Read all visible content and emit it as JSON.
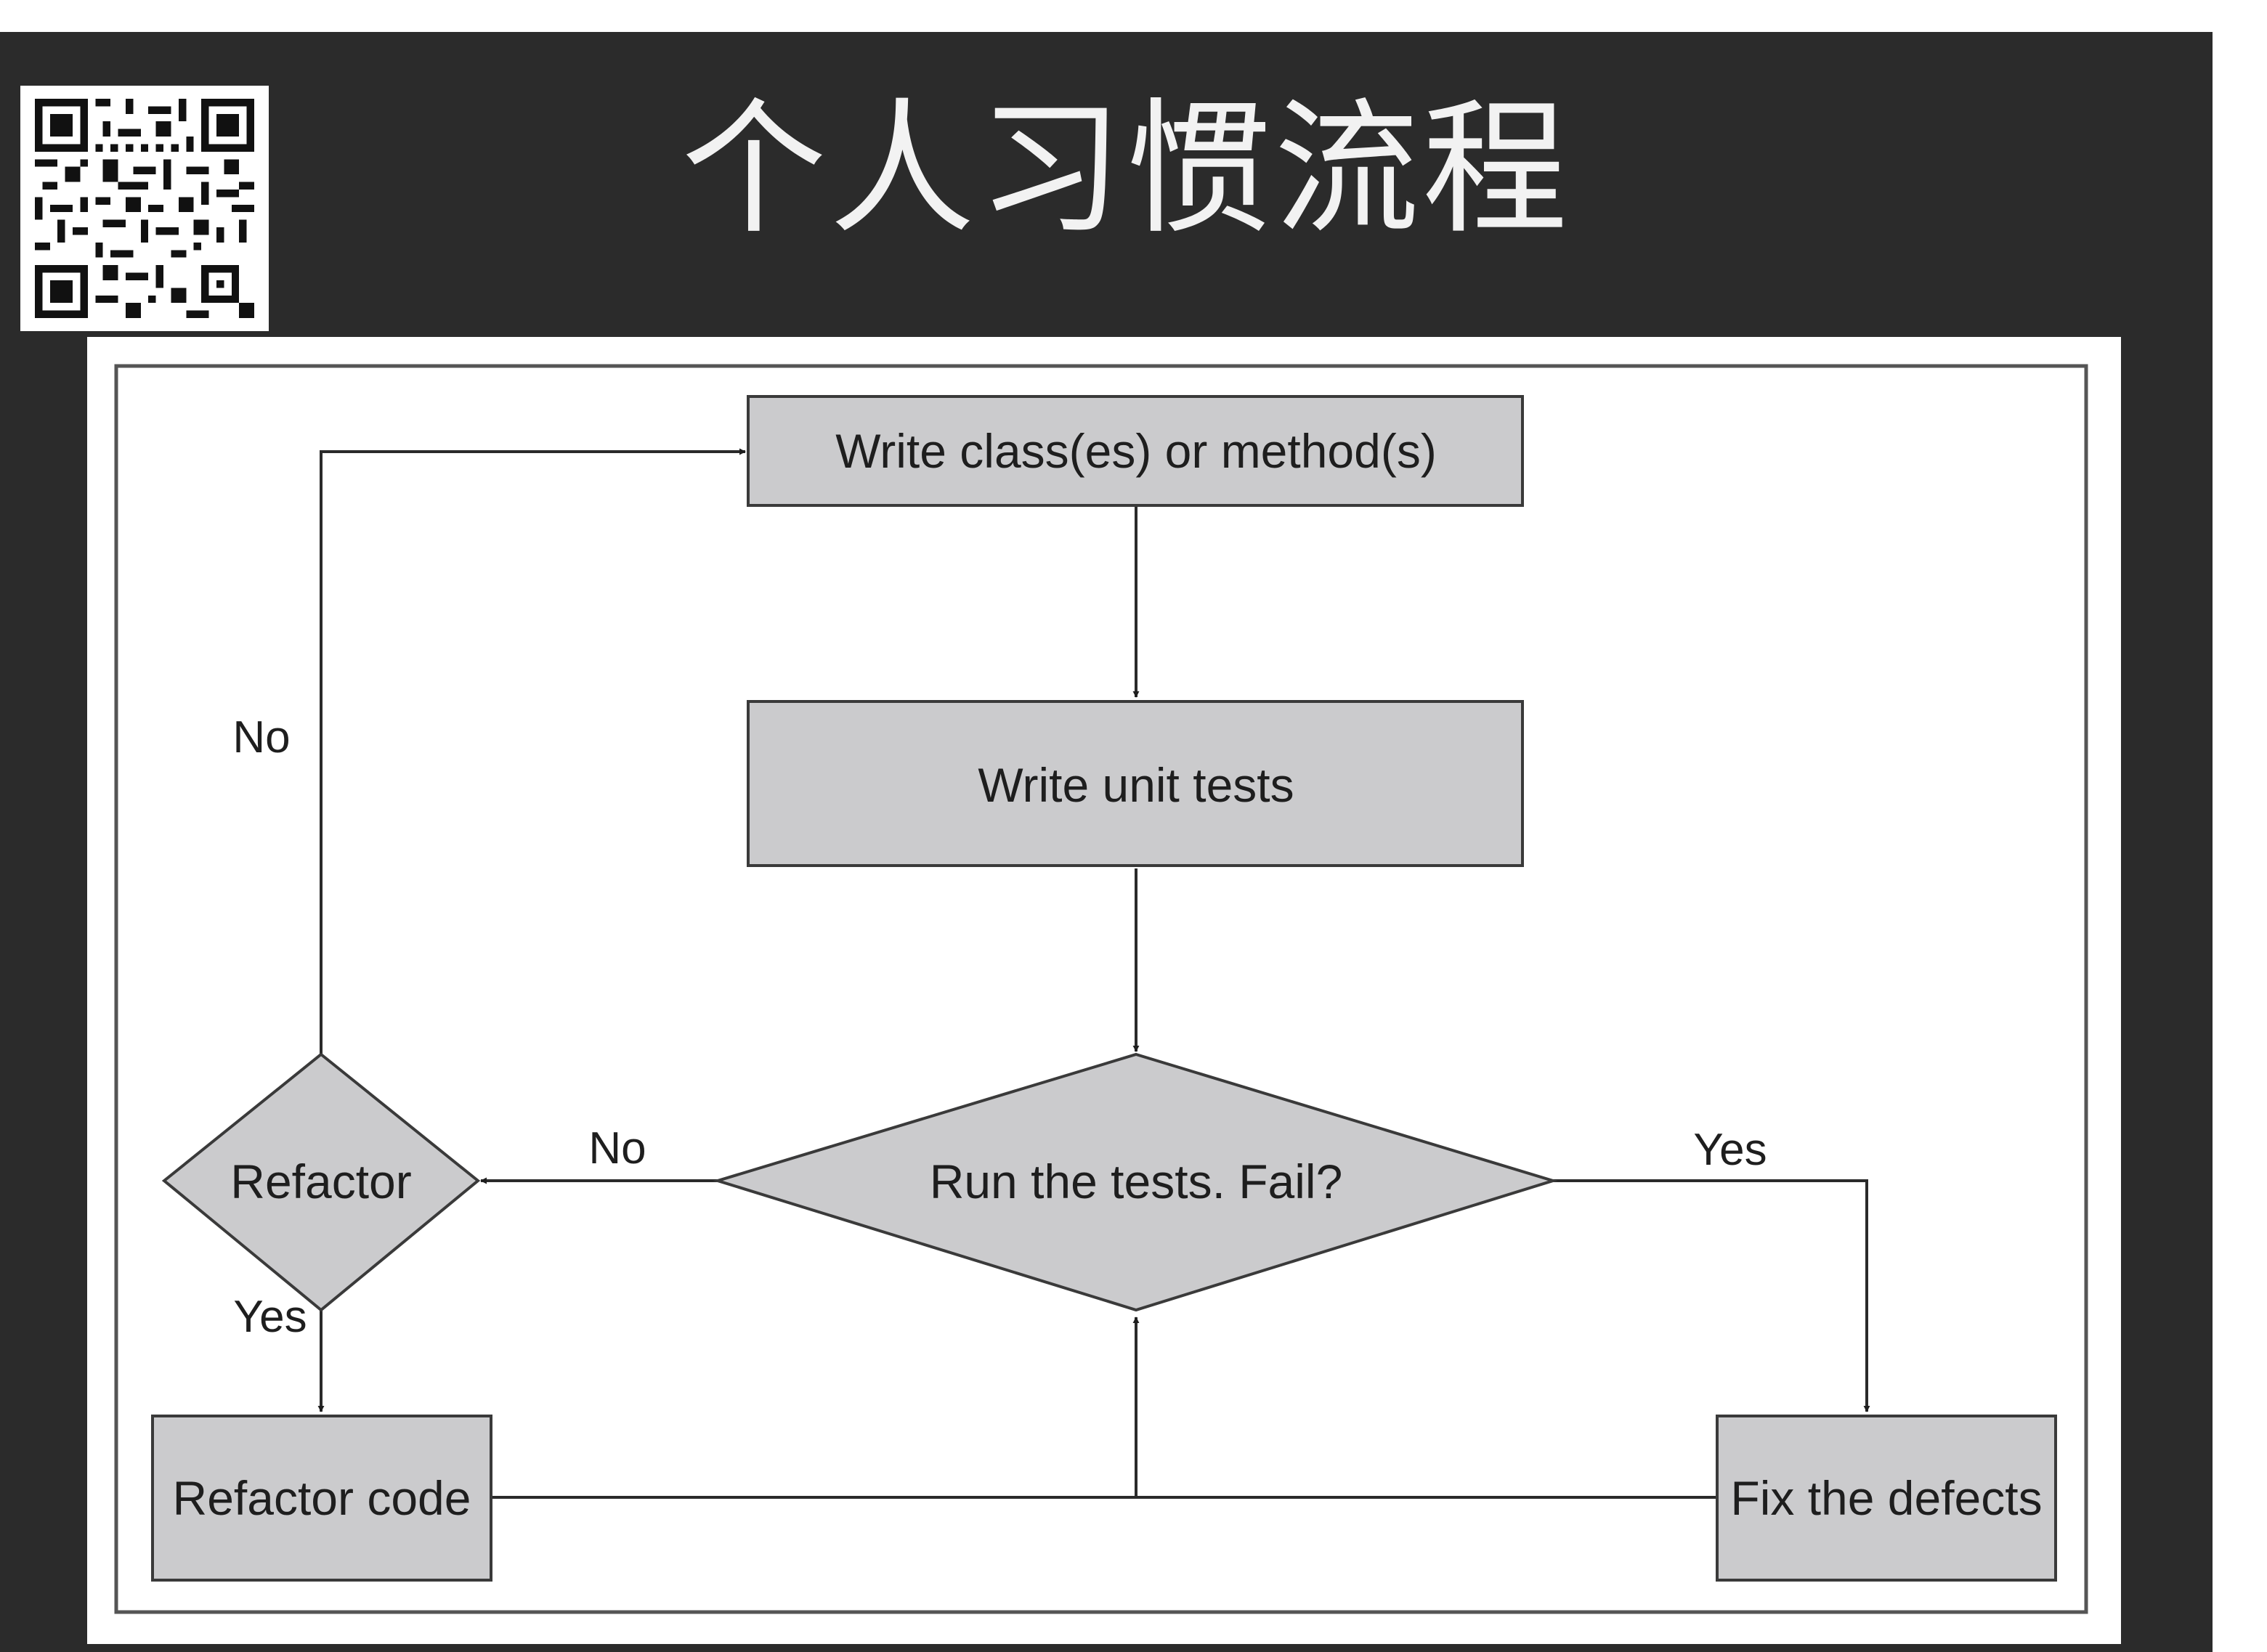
{
  "slide": {
    "title": "个人习惯流程",
    "qr_icon": "qr-code-icon"
  },
  "diagram": {
    "nodes": {
      "write_class": "Write class(es) or method(s)",
      "write_tests": "Write unit tests",
      "run_tests": "Run the tests. Fail?",
      "refactor_decision": "Refactor",
      "refactor_code": "Refactor code",
      "fix_defects": "Fix the defects"
    },
    "edge_labels": {
      "refactor_no": "No",
      "run_no": "No",
      "run_yes": "Yes",
      "refactor_yes": "Yes"
    },
    "colors": {
      "node_fill": "#cbcbcd",
      "stroke": "#3a3a3a",
      "frame": "#555555"
    }
  }
}
